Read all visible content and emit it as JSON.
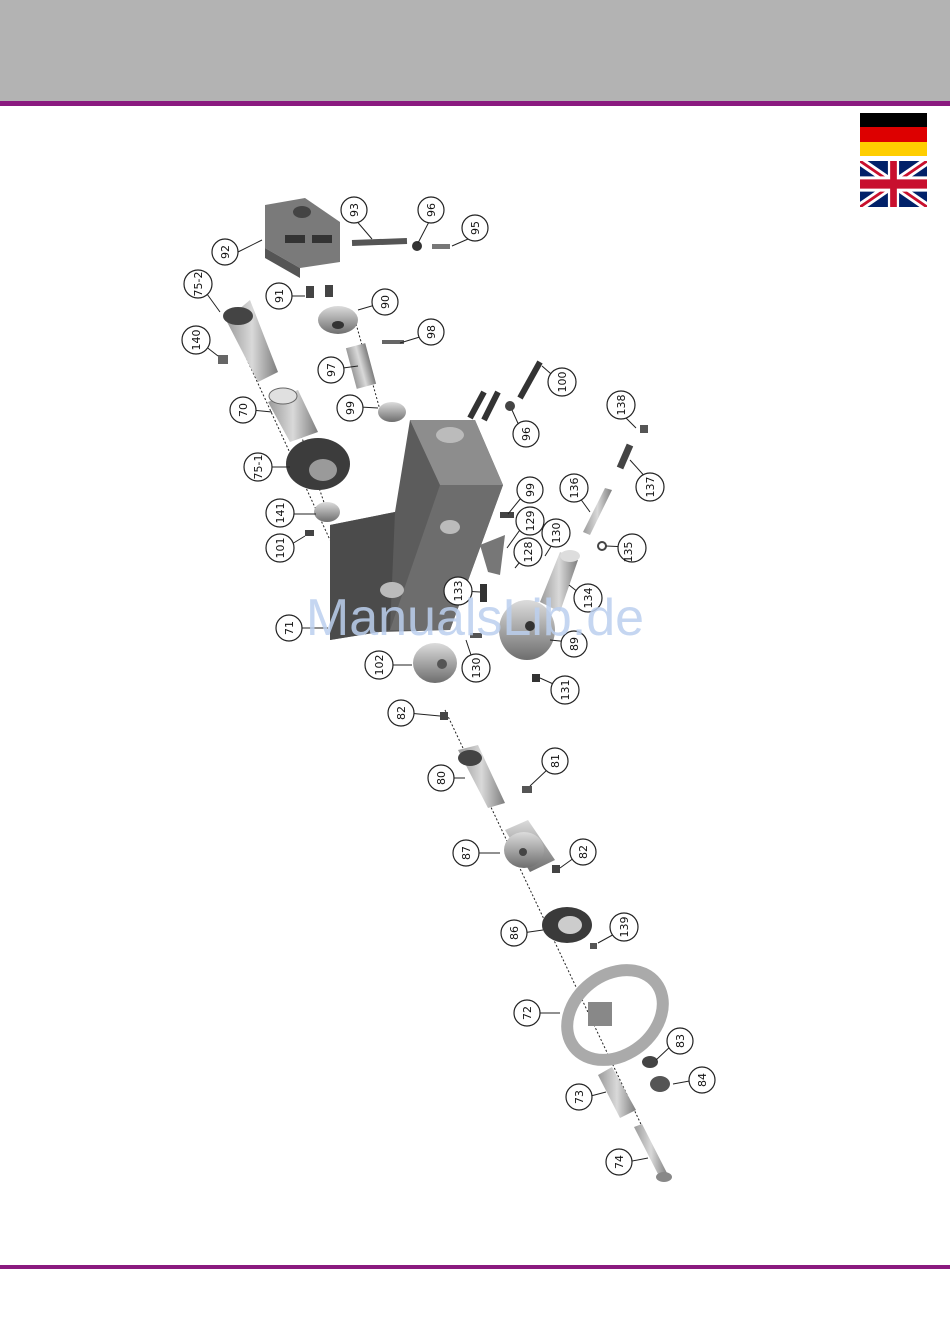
{
  "watermark": "ManualsLib.de",
  "flags": {
    "german": {
      "icon": "flag-germany-icon",
      "colors": [
        "#000000",
        "#dd0000",
        "#ffce00"
      ]
    },
    "english": {
      "icon": "flag-uk-icon",
      "colors": [
        "#012169",
        "#ffffff",
        "#c8102e"
      ]
    }
  },
  "accent_color": "#8a1a7f",
  "header_color": "#b3b3b3",
  "part_labels": [
    "92",
    "93",
    "96",
    "95",
    "91",
    "90",
    "75-2",
    "140",
    "98",
    "97",
    "99",
    "70",
    "100",
    "96",
    "75-1",
    "138",
    "137",
    "141",
    "99",
    "136",
    "101",
    "129",
    "130",
    "135",
    "128",
    "133",
    "134",
    "71",
    "130",
    "89",
    "102",
    "131",
    "82",
    "80",
    "81",
    "87",
    "82",
    "86",
    "139",
    "72",
    "83",
    "84",
    "73",
    "74"
  ]
}
